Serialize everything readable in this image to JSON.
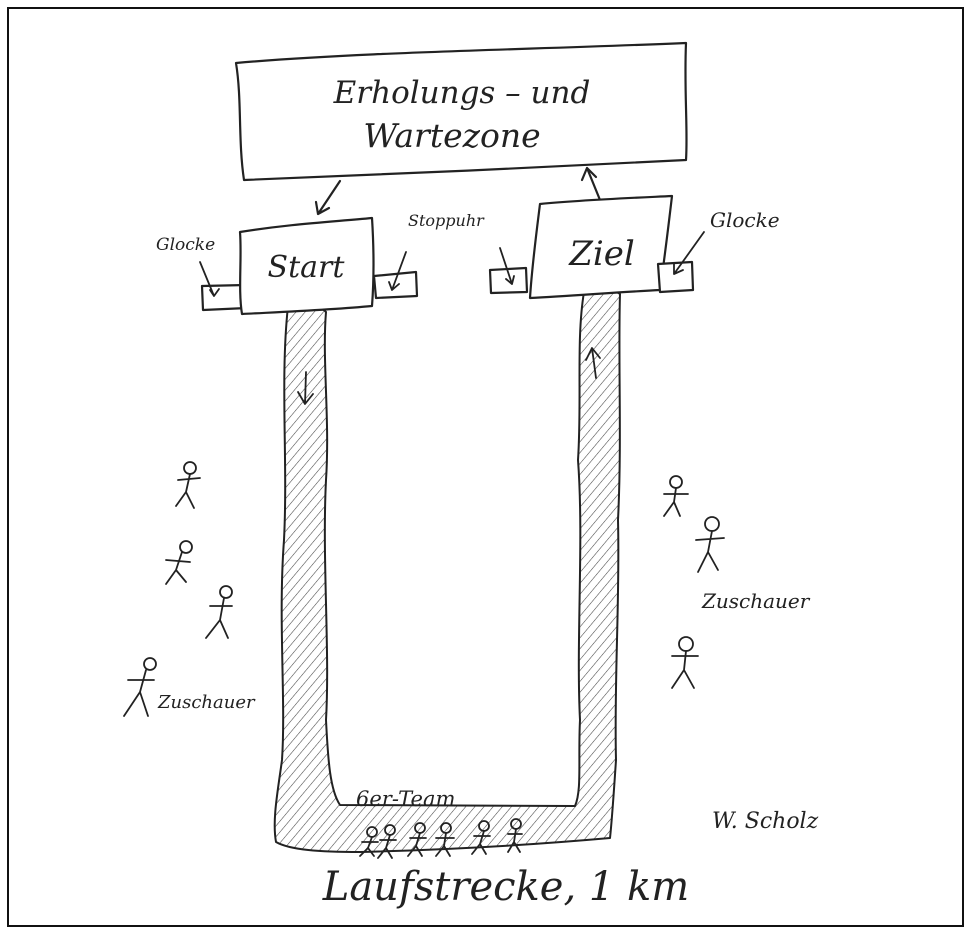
{
  "zone": {
    "line1": "Erholungs – und",
    "line2": "Wartezone"
  },
  "start": {
    "label": "Start"
  },
  "ziel": {
    "label": "Ziel"
  },
  "glocke_left": "Glocke",
  "glocke_right": "Glocke",
  "stoppuhr": "Stoppuhr",
  "zuschauer_left": "Zuschauer",
  "zuschauer_right": "Zuschauer",
  "team": "6er-Team",
  "track": "Laufstrecke, 1 km",
  "signature": "W. Scholz"
}
